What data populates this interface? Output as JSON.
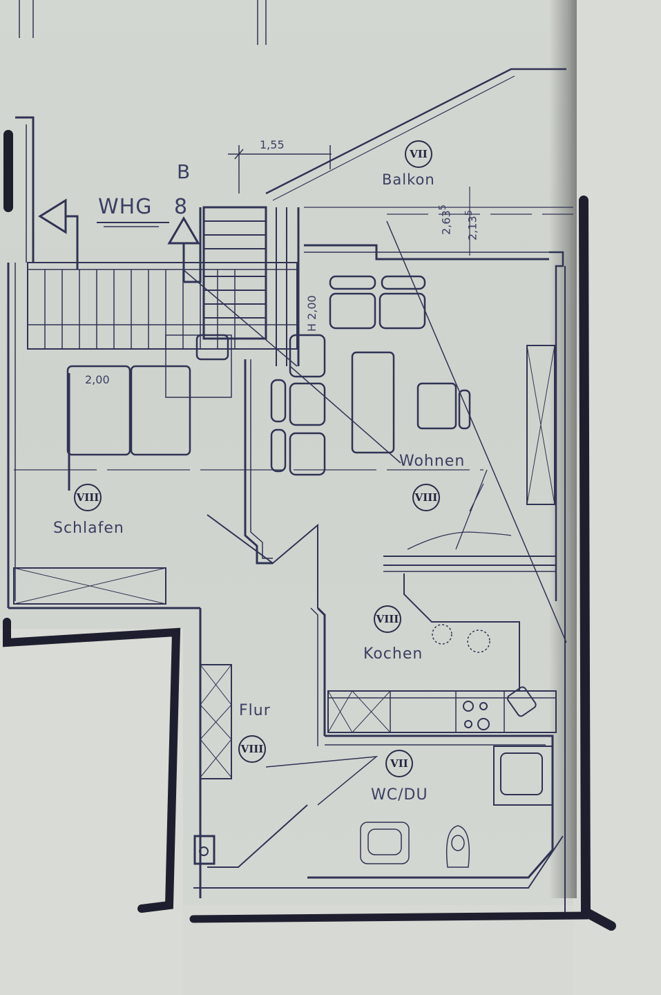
{
  "document": {
    "type": "apartment floor plan",
    "unit_label": "WHG",
    "unit_number": "8",
    "building_label": "B"
  },
  "rooms": [
    {
      "name": "Balkon",
      "category": "VII"
    },
    {
      "name": "Wohnen",
      "category": "VIII"
    },
    {
      "name": "Schlafen",
      "category": "VIII"
    },
    {
      "name": "Kochen",
      "category": "VIII"
    },
    {
      "name": "Flur",
      "category": "VIII"
    },
    {
      "name": "WC/DU",
      "category": "VII"
    }
  ],
  "dimensions": {
    "top_width": "1,55",
    "balcony_depth_1": "2,63",
    "balcony_depth_1_sup": "5",
    "balcony_depth_2": "2,13",
    "balcony_depth_2_sup": "5",
    "stair_height": "H 2,00",
    "bed_width": "2,00"
  },
  "colors": {
    "ink": "#2f3354",
    "marker": "#1e1f2e",
    "paper": "#d0d4ce"
  }
}
